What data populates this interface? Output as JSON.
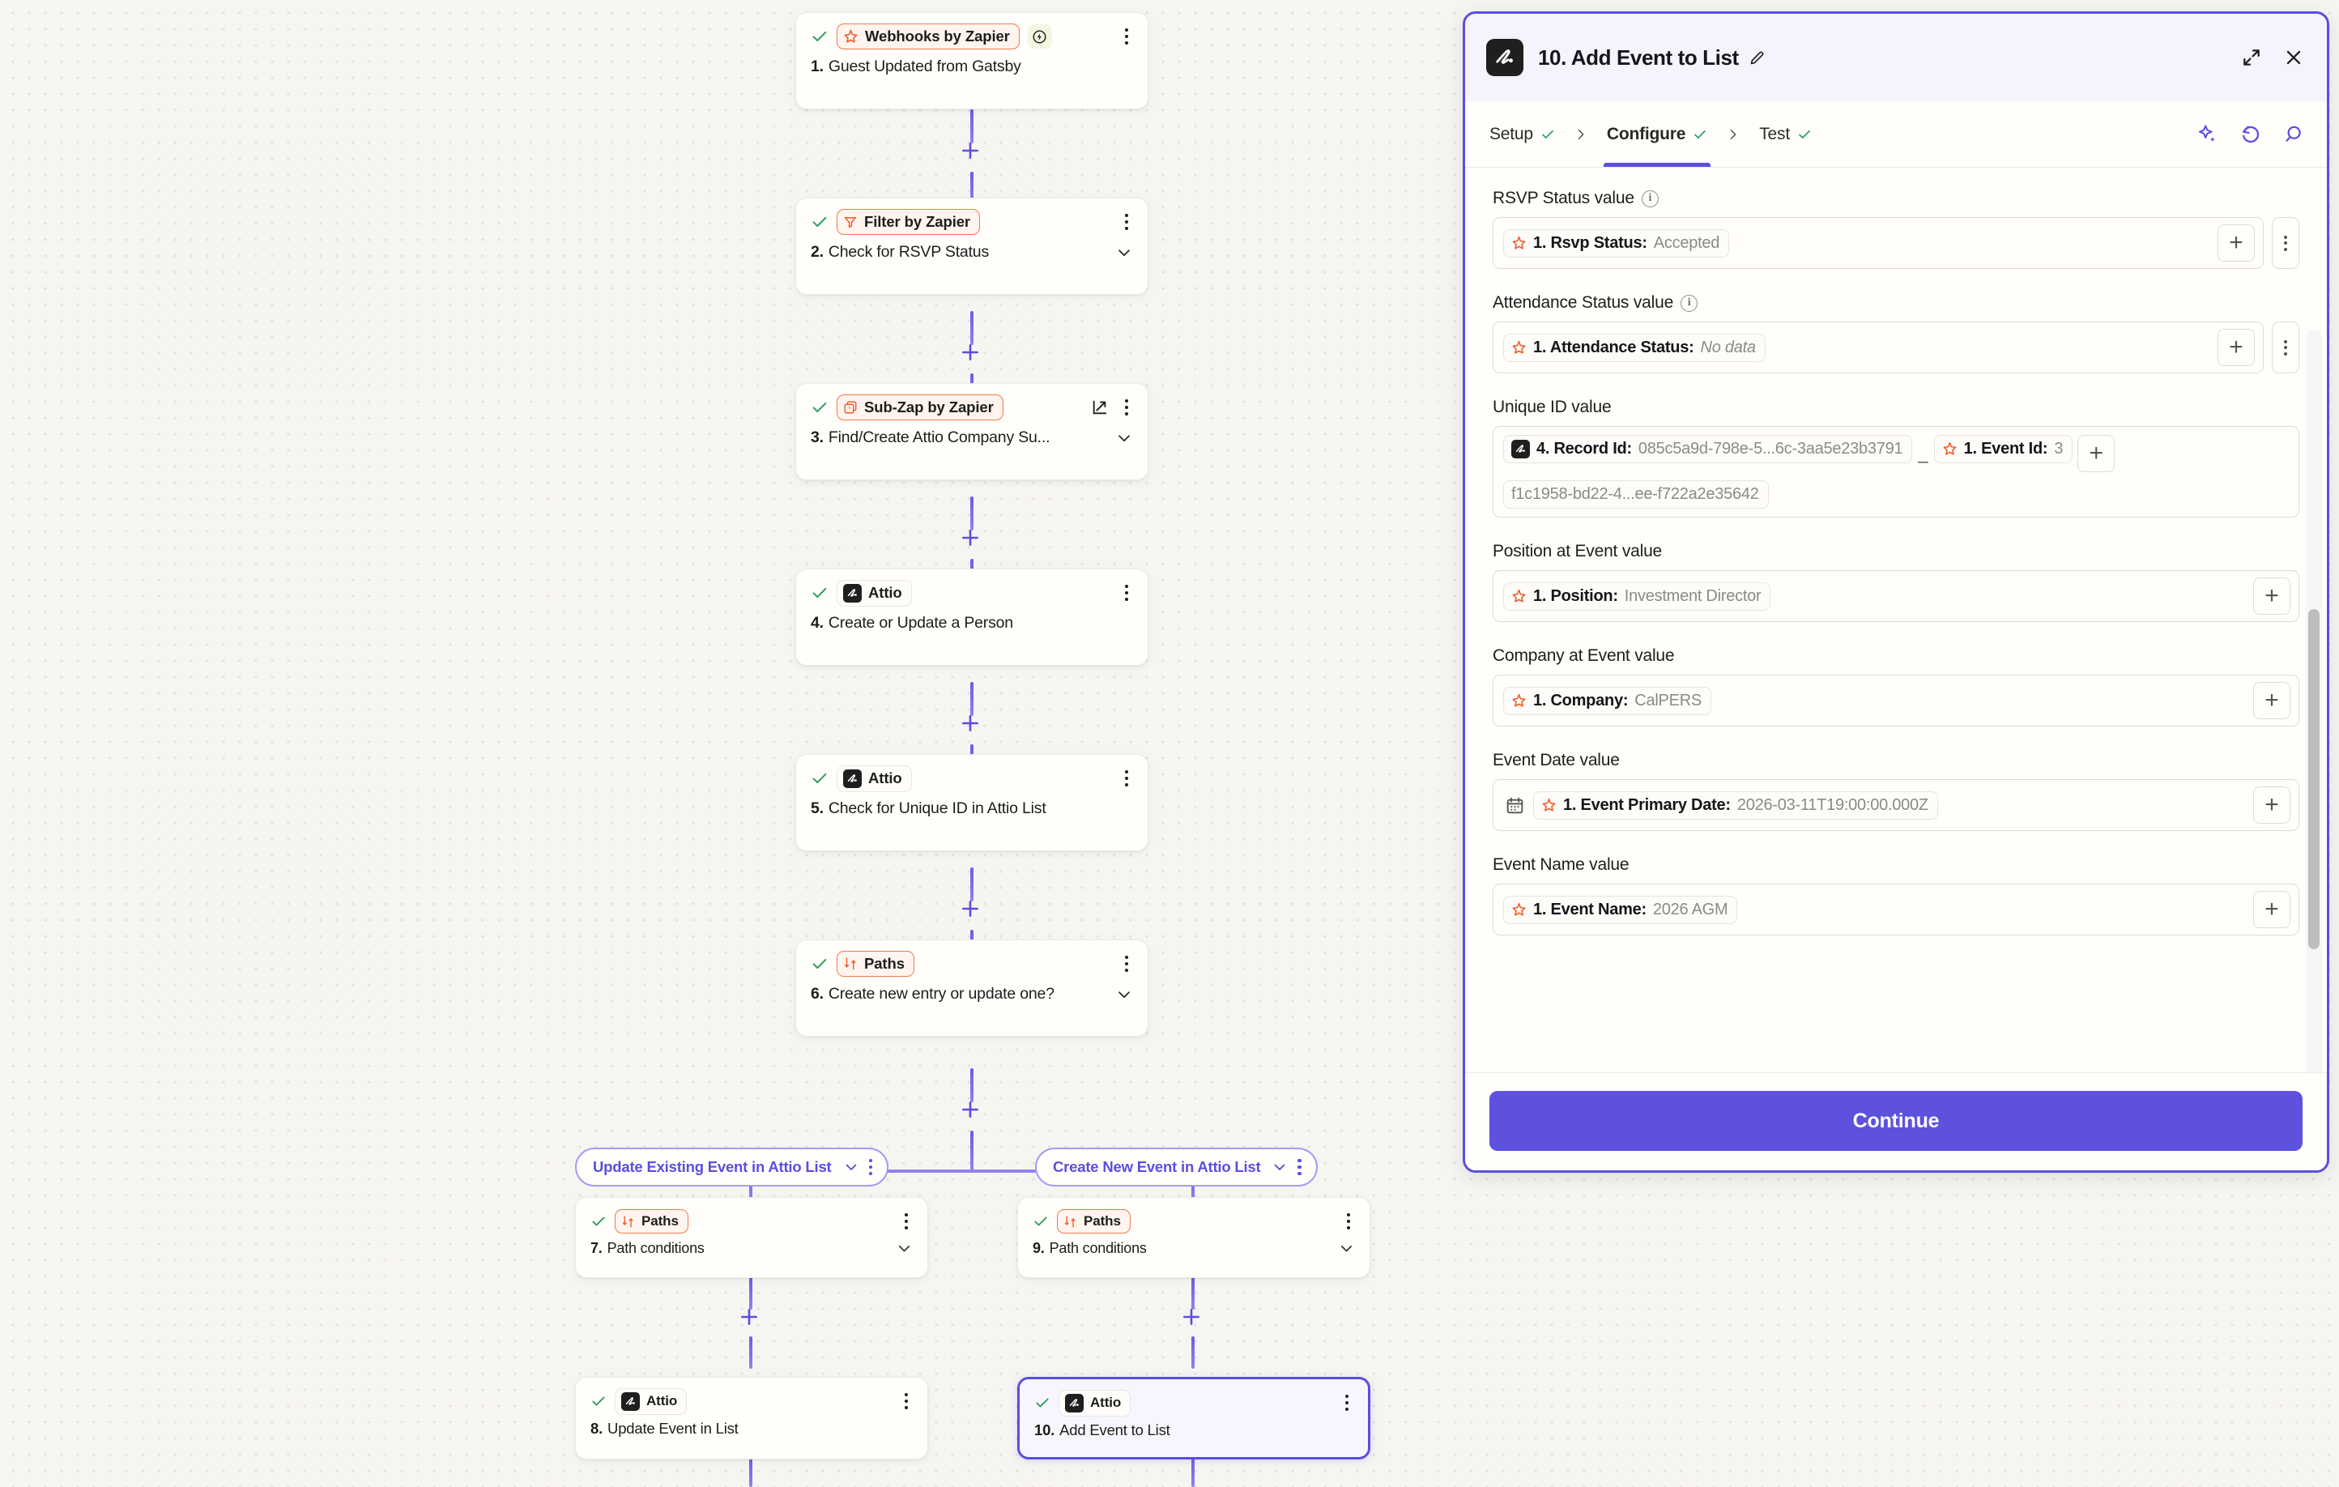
{
  "canvas": {
    "nodes": [
      {
        "id": "n1",
        "check": true,
        "app": "Webhooks by Zapier",
        "app_style": "zapier",
        "icon": "zapier-webhooks-icon",
        "instant_badge": true,
        "num": "1.",
        "title": "Guest Updated from Gatsby",
        "chevron": false,
        "external_link": false
      },
      {
        "id": "n2",
        "check": true,
        "app": "Filter by Zapier",
        "app_style": "zapier",
        "icon": "filter-icon",
        "instant_badge": false,
        "num": "2.",
        "title": "Check for RSVP Status",
        "chevron": true,
        "external_link": false
      },
      {
        "id": "n3",
        "check": true,
        "app": "Sub-Zap by Zapier",
        "app_style": "zapier",
        "icon": "sub-zap-icon",
        "instant_badge": false,
        "num": "3.",
        "title": "Find/Create Attio Company Su...",
        "chevron": true,
        "external_link": true
      },
      {
        "id": "n4",
        "check": true,
        "app": "Attio",
        "app_style": "plain",
        "icon": "attio-icon",
        "instant_badge": false,
        "num": "4.",
        "title": "Create or Update a Person",
        "chevron": false,
        "external_link": false
      },
      {
        "id": "n5",
        "check": true,
        "app": "Attio",
        "app_style": "plain",
        "icon": "attio-icon",
        "instant_badge": false,
        "num": "5.",
        "title": "Check for Unique ID in Attio List",
        "chevron": false,
        "external_link": false
      },
      {
        "id": "n6",
        "check": true,
        "app": "Paths",
        "app_style": "zapier",
        "icon": "paths-icon",
        "instant_badge": false,
        "num": "6.",
        "title": "Create new entry or update one?",
        "chevron": true,
        "external_link": false
      },
      {
        "id": "n7",
        "check": true,
        "app": "Paths",
        "app_style": "zapier",
        "icon": "paths-icon",
        "instant_badge": false,
        "num": "7.",
        "title": "Path conditions",
        "chevron": true,
        "external_link": false
      },
      {
        "id": "n9",
        "check": true,
        "app": "Paths",
        "app_style": "zapier",
        "icon": "paths-icon",
        "instant_badge": false,
        "num": "9.",
        "title": "Path conditions",
        "chevron": true,
        "external_link": false
      },
      {
        "id": "n8",
        "check": true,
        "app": "Attio",
        "app_style": "plain",
        "icon": "attio-icon",
        "instant_badge": false,
        "num": "8.",
        "title": "Update Event in List",
        "chevron": false,
        "external_link": false
      },
      {
        "id": "n10",
        "check": true,
        "app": "Attio",
        "app_style": "plain",
        "icon": "attio-icon",
        "instant_badge": false,
        "num": "10.",
        "title": "Add Event to List",
        "chevron": false,
        "external_link": false,
        "selected": true
      }
    ],
    "path_labels": [
      {
        "id": "pathA",
        "label": "Update Existing Event in Attio List"
      },
      {
        "id": "pathB",
        "label": "Create New Event in Attio List"
      }
    ]
  },
  "panel": {
    "step_icon": "attio-icon",
    "title": "10. Add Event to List",
    "edit_icon": "pencil-icon",
    "expand_icon": "expand-icon",
    "close_icon": "close-icon",
    "tabs": [
      {
        "label": "Setup",
        "checked": true,
        "active": false
      },
      {
        "label": "Configure",
        "checked": true,
        "active": true
      },
      {
        "label": "Test",
        "checked": true,
        "active": false
      }
    ],
    "tools": [
      {
        "name": "ai-sparkle-icon"
      },
      {
        "name": "history-undo-icon"
      },
      {
        "name": "search-icon"
      }
    ],
    "fields": [
      {
        "label": "RSVP Status value",
        "has_info": true,
        "has_dots": true,
        "has_calendar": false,
        "tokens": [
          {
            "icon": "zapier-icon",
            "label": "1. Rsvp Status:",
            "value": "Accepted",
            "italic": false
          }
        ]
      },
      {
        "label": "Attendance Status value",
        "has_info": true,
        "has_dots": true,
        "has_calendar": false,
        "tokens": [
          {
            "icon": "zapier-icon",
            "label": "1. Attendance Status:",
            "value": "No data",
            "italic": true
          }
        ]
      },
      {
        "label": "Unique ID value",
        "has_info": false,
        "has_dots": false,
        "has_calendar": false,
        "separator": "_",
        "tokens": [
          {
            "icon": "attio-icon",
            "label": "4. Record Id:",
            "value": "085c5a9d-798e-5...6c-3aa5e23b3791",
            "italic": false
          },
          {
            "icon": "zapier-icon",
            "label": "1. Event Id:",
            "value": "3",
            "italic": false
          },
          {
            "icon": "none",
            "label": "",
            "value": "f1c1958-bd22-4...ee-f722a2e35642",
            "italic": false
          }
        ]
      },
      {
        "label": "Position at Event value",
        "has_info": false,
        "has_dots": false,
        "has_calendar": false,
        "tokens": [
          {
            "icon": "zapier-icon",
            "label": "1. Position:",
            "value": "Investment Director",
            "italic": false
          }
        ]
      },
      {
        "label": "Company at Event value",
        "has_info": false,
        "has_dots": false,
        "has_calendar": false,
        "tokens": [
          {
            "icon": "zapier-icon",
            "label": "1. Company:",
            "value": "CalPERS",
            "italic": false
          }
        ]
      },
      {
        "label": "Event Date value",
        "has_info": false,
        "has_dots": false,
        "has_calendar": true,
        "tokens": [
          {
            "icon": "zapier-icon",
            "label": "1. Event Primary Date:",
            "value": "2026-03-11T19:00:00.000Z",
            "italic": false
          }
        ]
      },
      {
        "label": "Event Name value",
        "has_info": false,
        "has_dots": false,
        "has_calendar": false,
        "tokens": [
          {
            "icon": "zapier-icon",
            "label": "1. Event Name:",
            "value": "2026 AGM",
            "italic": false
          }
        ]
      }
    ],
    "continue_label": "Continue"
  },
  "colors": {
    "accent_purple": "#5b4ee0",
    "zapier_orange": "#f05a28",
    "check_green": "#2e9e5b",
    "canvas_bg": "#f6f5f1",
    "panel_head": "#f4f3fe"
  }
}
